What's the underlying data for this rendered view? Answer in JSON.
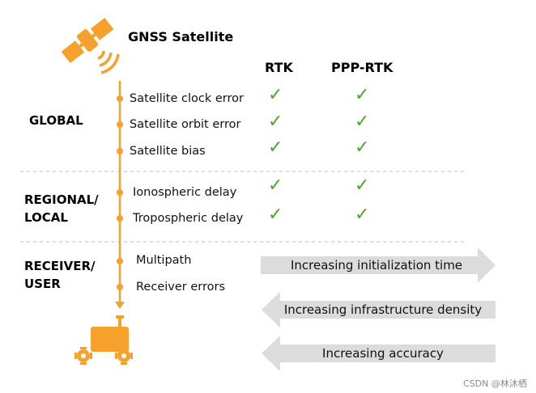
{
  "header": {
    "title": "GNSS Satellite"
  },
  "columns": {
    "rtk": "RTK",
    "ppp_rtk": "PPP-RTK"
  },
  "sections": [
    {
      "label_line1": "GLOBAL",
      "label_line2": "",
      "items": [
        {
          "label": "Satellite clock error",
          "rtk": "✓",
          "ppp_rtk": "✓"
        },
        {
          "label": "Satellite orbit error",
          "rtk": "✓",
          "ppp_rtk": "✓"
        },
        {
          "label": "Satellite bias",
          "rtk": "✓",
          "ppp_rtk": "✓"
        }
      ]
    },
    {
      "label_line1": "REGIONAL/",
      "label_line2": "LOCAL",
      "items": [
        {
          "label": "Ionospheric delay",
          "rtk": "✓",
          "ppp_rtk": "✓"
        },
        {
          "label": "Tropospheric delay",
          "rtk": "✓",
          "ppp_rtk": "✓"
        }
      ]
    },
    {
      "label_line1": "RECEIVER/",
      "label_line2": "USER",
      "items": [
        {
          "label": "Multipath"
        },
        {
          "label": "Receiver errors"
        }
      ]
    }
  ],
  "arrows": [
    {
      "label": "Increasing initialization time",
      "direction": "right"
    },
    {
      "label": "Increasing infrastructure density",
      "direction": "left"
    },
    {
      "label": "Increasing accuracy",
      "direction": "left"
    }
  ],
  "watermark": "CSDN @林沐栖",
  "colors": {
    "accent": "#f5a12b",
    "check": "#4aa82c",
    "arrow": "#dcdcdc",
    "divider": "#cccccc"
  },
  "icons": {
    "top": "satellite-icon",
    "bottom": "rover-icon"
  }
}
